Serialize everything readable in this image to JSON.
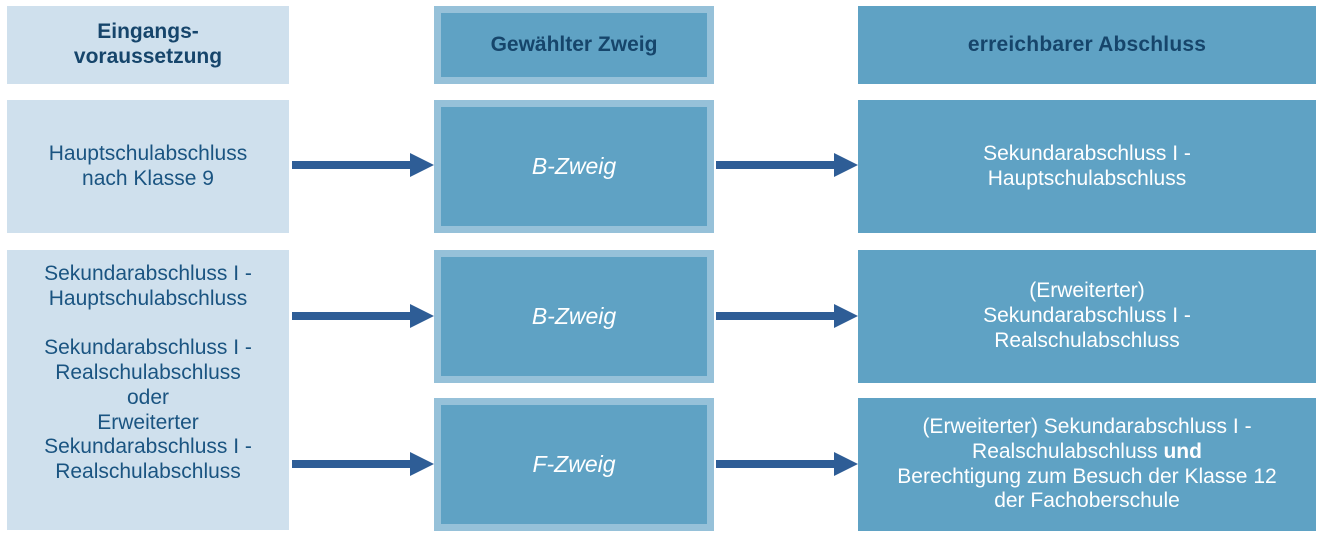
{
  "diagram": {
    "title": "Eingangsvoraussetzung, Gewählter Zweig und erreichbarer Abschluss",
    "colors": {
      "light_blue": "#cfe0ed",
      "medium_blue": "#5fa2c4",
      "border_blue": "#96c1d9",
      "dark_text": "#16456b",
      "body_text": "#1a5481",
      "arrow": "#2e5d96",
      "white_text": "#ffffff"
    }
  },
  "headers": {
    "col1": "Eingangs-\nvoraussetzung",
    "col2": "Gewählter Zweig",
    "col3": "erreichbarer  Abschluss"
  },
  "rows": [
    {
      "prerequisite": "Hauptschulabschluss\nnach Klasse 9",
      "branch": "B-Zweig",
      "outcome": "Sekundarabschluss I -\nHauptschulabschluss"
    },
    {
      "prerequisite": "Sekundarabschluss I -\nHauptschulabschluss\n\nSekundarabschluss I -\nRealschulabschluss\noder\nErweiterter\nSekundarabschluss I -\nRealschulabschluss",
      "branch": "B-Zweig",
      "outcome": "(Erweiterter)\nSekundarabschluss I -\nRealschulabschluss"
    },
    {
      "branch": "F-Zweig",
      "outcome_line1": "(Erweiterter) Sekundarabschluss I -",
      "outcome_line2_a": "Realschulabschluss ",
      "outcome_line2_b": "und",
      "outcome_line3": "Berechtigung zum Besuch der Klasse 12",
      "outcome_line4": "der Fachoberschule"
    }
  ],
  "arrows": {
    "labels": [
      "arrow-row1-prereq-to-branch",
      "arrow-row1-branch-to-outcome",
      "arrow-row2-prereq-to-branch",
      "arrow-row2-branch-to-outcome",
      "arrow-row3-prereq-to-branch",
      "arrow-row3-branch-to-outcome"
    ]
  }
}
